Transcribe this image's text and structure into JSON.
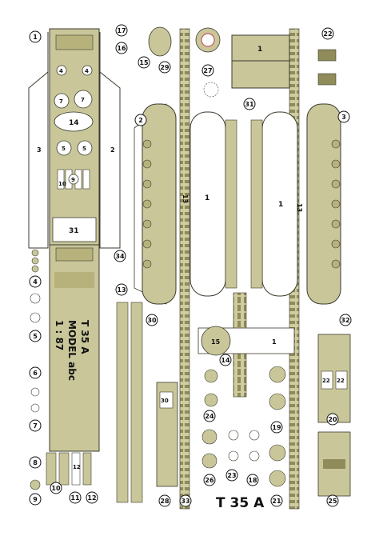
{
  "palette": {
    "olive": "#c9c79a",
    "olive_dark": "#8f8c5a",
    "outline": "#3b3a2c",
    "wheel": "#b7b27c",
    "ring_red": "#c45a5a",
    "white": "#ffffff"
  },
  "sheet": {
    "title_large": "T 35 A",
    "hull_top_text": {
      "line1": "T 35 A",
      "line2": "MODEL abc",
      "line3": "1 : 87"
    },
    "hull_labels": {
      "side_left": "3",
      "side_right": "2",
      "hatch_7a": "7",
      "hatch_7b": "7",
      "deck_14": "14",
      "hatch_5a": "5",
      "hatch_5b": "5",
      "hatch_4a": "4",
      "hatch_4b": "4",
      "box_10": "10",
      "box_9": "9",
      "rear_31": "31"
    },
    "part_numbers": {
      "p1": "1",
      "p2": "2",
      "p3": "3",
      "p4": "4",
      "p5": "5",
      "p6": "6",
      "p7": "7",
      "p8": "8",
      "p9": "9",
      "p10": "10",
      "p11": "11",
      "p12": "12",
      "p13": "13",
      "p14": "14",
      "p15": "15",
      "p16": "16",
      "p17": "17",
      "p18": "18",
      "p19": "19",
      "p20": "20",
      "p21": "21",
      "p22": "22",
      "p23": "23",
      "p24": "24",
      "p25": "25",
      "p26": "26",
      "p27": "27",
      "p28": "28",
      "p29": "29",
      "p30": "30",
      "p31": "31",
      "p32": "32",
      "p33": "33",
      "p34": "34"
    },
    "panel_labels": {
      "track_panel_left": "1",
      "track_panel_right": "1",
      "track_side_left": "13",
      "track_side_right": "13",
      "turret_top": "1",
      "turret_15": "15",
      "turret_1b": "1",
      "strip_30": "30",
      "strip_22a": "22",
      "strip_22b": "22",
      "small_12": "12",
      "small_10": "10"
    }
  }
}
